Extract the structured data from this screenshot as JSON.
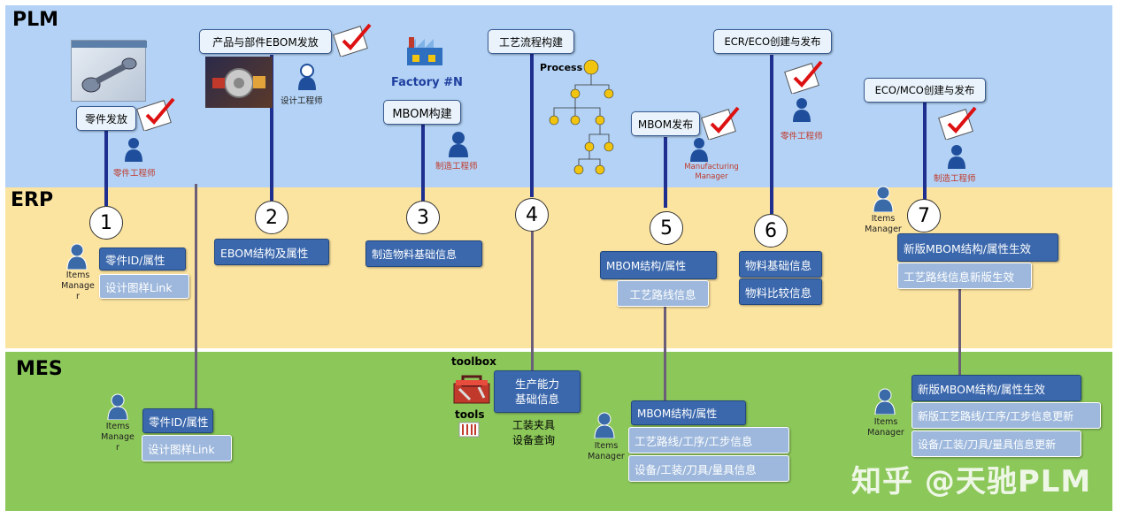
{
  "bands": {
    "plm": "PLM",
    "erp": "ERP",
    "mes": "MES"
  },
  "steps": [
    {
      "num": "1",
      "title": "零件发放",
      "role": "零件工程师",
      "erp_role": "Items Manage r",
      "erp": [
        "零件ID/属性",
        "设计图样Link"
      ],
      "mes_role": "Items Manage r",
      "mes": [
        "零件ID/属性",
        "设计图样Link"
      ]
    },
    {
      "num": "2",
      "title": "产品与部件EBOM发放",
      "role": "设计工程师",
      "erp": [
        "EBOM结构及属性"
      ]
    },
    {
      "num": "3",
      "title": "MBOM构建",
      "factory": "Factory #N",
      "role": "制造工程师",
      "erp": [
        "制造物料基础信息"
      ]
    },
    {
      "num": "4",
      "title": "工艺流程构建",
      "process": "Process",
      "erp": [],
      "mes_toolbox": "toolbox",
      "mes_tools": "tools",
      "mes": [
        "生产能力\n基础信息"
      ],
      "mes_note": "工装夹具\n设备查询"
    },
    {
      "num": "5",
      "title": "MBOM发布",
      "role": "Manufacturing Manager",
      "erp": [
        "MBOM结构/属性",
        "工艺路线信息"
      ],
      "mes_role": "Items Manager",
      "mes": [
        "MBOM结构/属性",
        "工艺路线/工序/工步信息",
        "设备/工装/刀具/量具信息"
      ]
    },
    {
      "num": "6",
      "title": "ECR/ECO创建与发布",
      "role": "零件工程师",
      "erp": [
        "物料基础信息",
        "物料比较信息"
      ]
    },
    {
      "num": "7",
      "title": "ECO/MCO创建与发布",
      "role": "制造工程师",
      "erp_role": "Items Manager",
      "erp": [
        "新版MBOM结构/属性生效",
        "工艺路线信息新版生效"
      ],
      "mes_role": "Items Manager",
      "mes": [
        "新版MBOM结构/属性生效",
        "新版工艺路线/工序/工步信息更新",
        "设备/工装/刀具/量具信息更新"
      ]
    }
  ],
  "watermark": "知乎 @天驰PLM",
  "colors": {
    "plm": "#b3d2f5",
    "erp": "#fbe3a0",
    "mes": "#8cc75a",
    "line": "#1f2f8f",
    "dark_box": "#3b68ad",
    "light_box": "#9db8dc"
  }
}
